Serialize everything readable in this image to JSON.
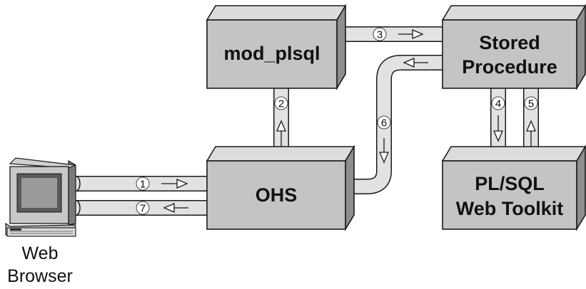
{
  "boxes": {
    "mod_plsql": "mod_plsql",
    "stored_procedure": [
      "Stored",
      "Procedure"
    ],
    "ohs": "OHS",
    "toolkit": [
      "PL/SQL",
      "Web Toolkit"
    ]
  },
  "browser": {
    "label": [
      "Web",
      "Browser"
    ]
  },
  "steps": [
    "1",
    "2",
    "3",
    "4",
    "5",
    "6",
    "7"
  ]
}
